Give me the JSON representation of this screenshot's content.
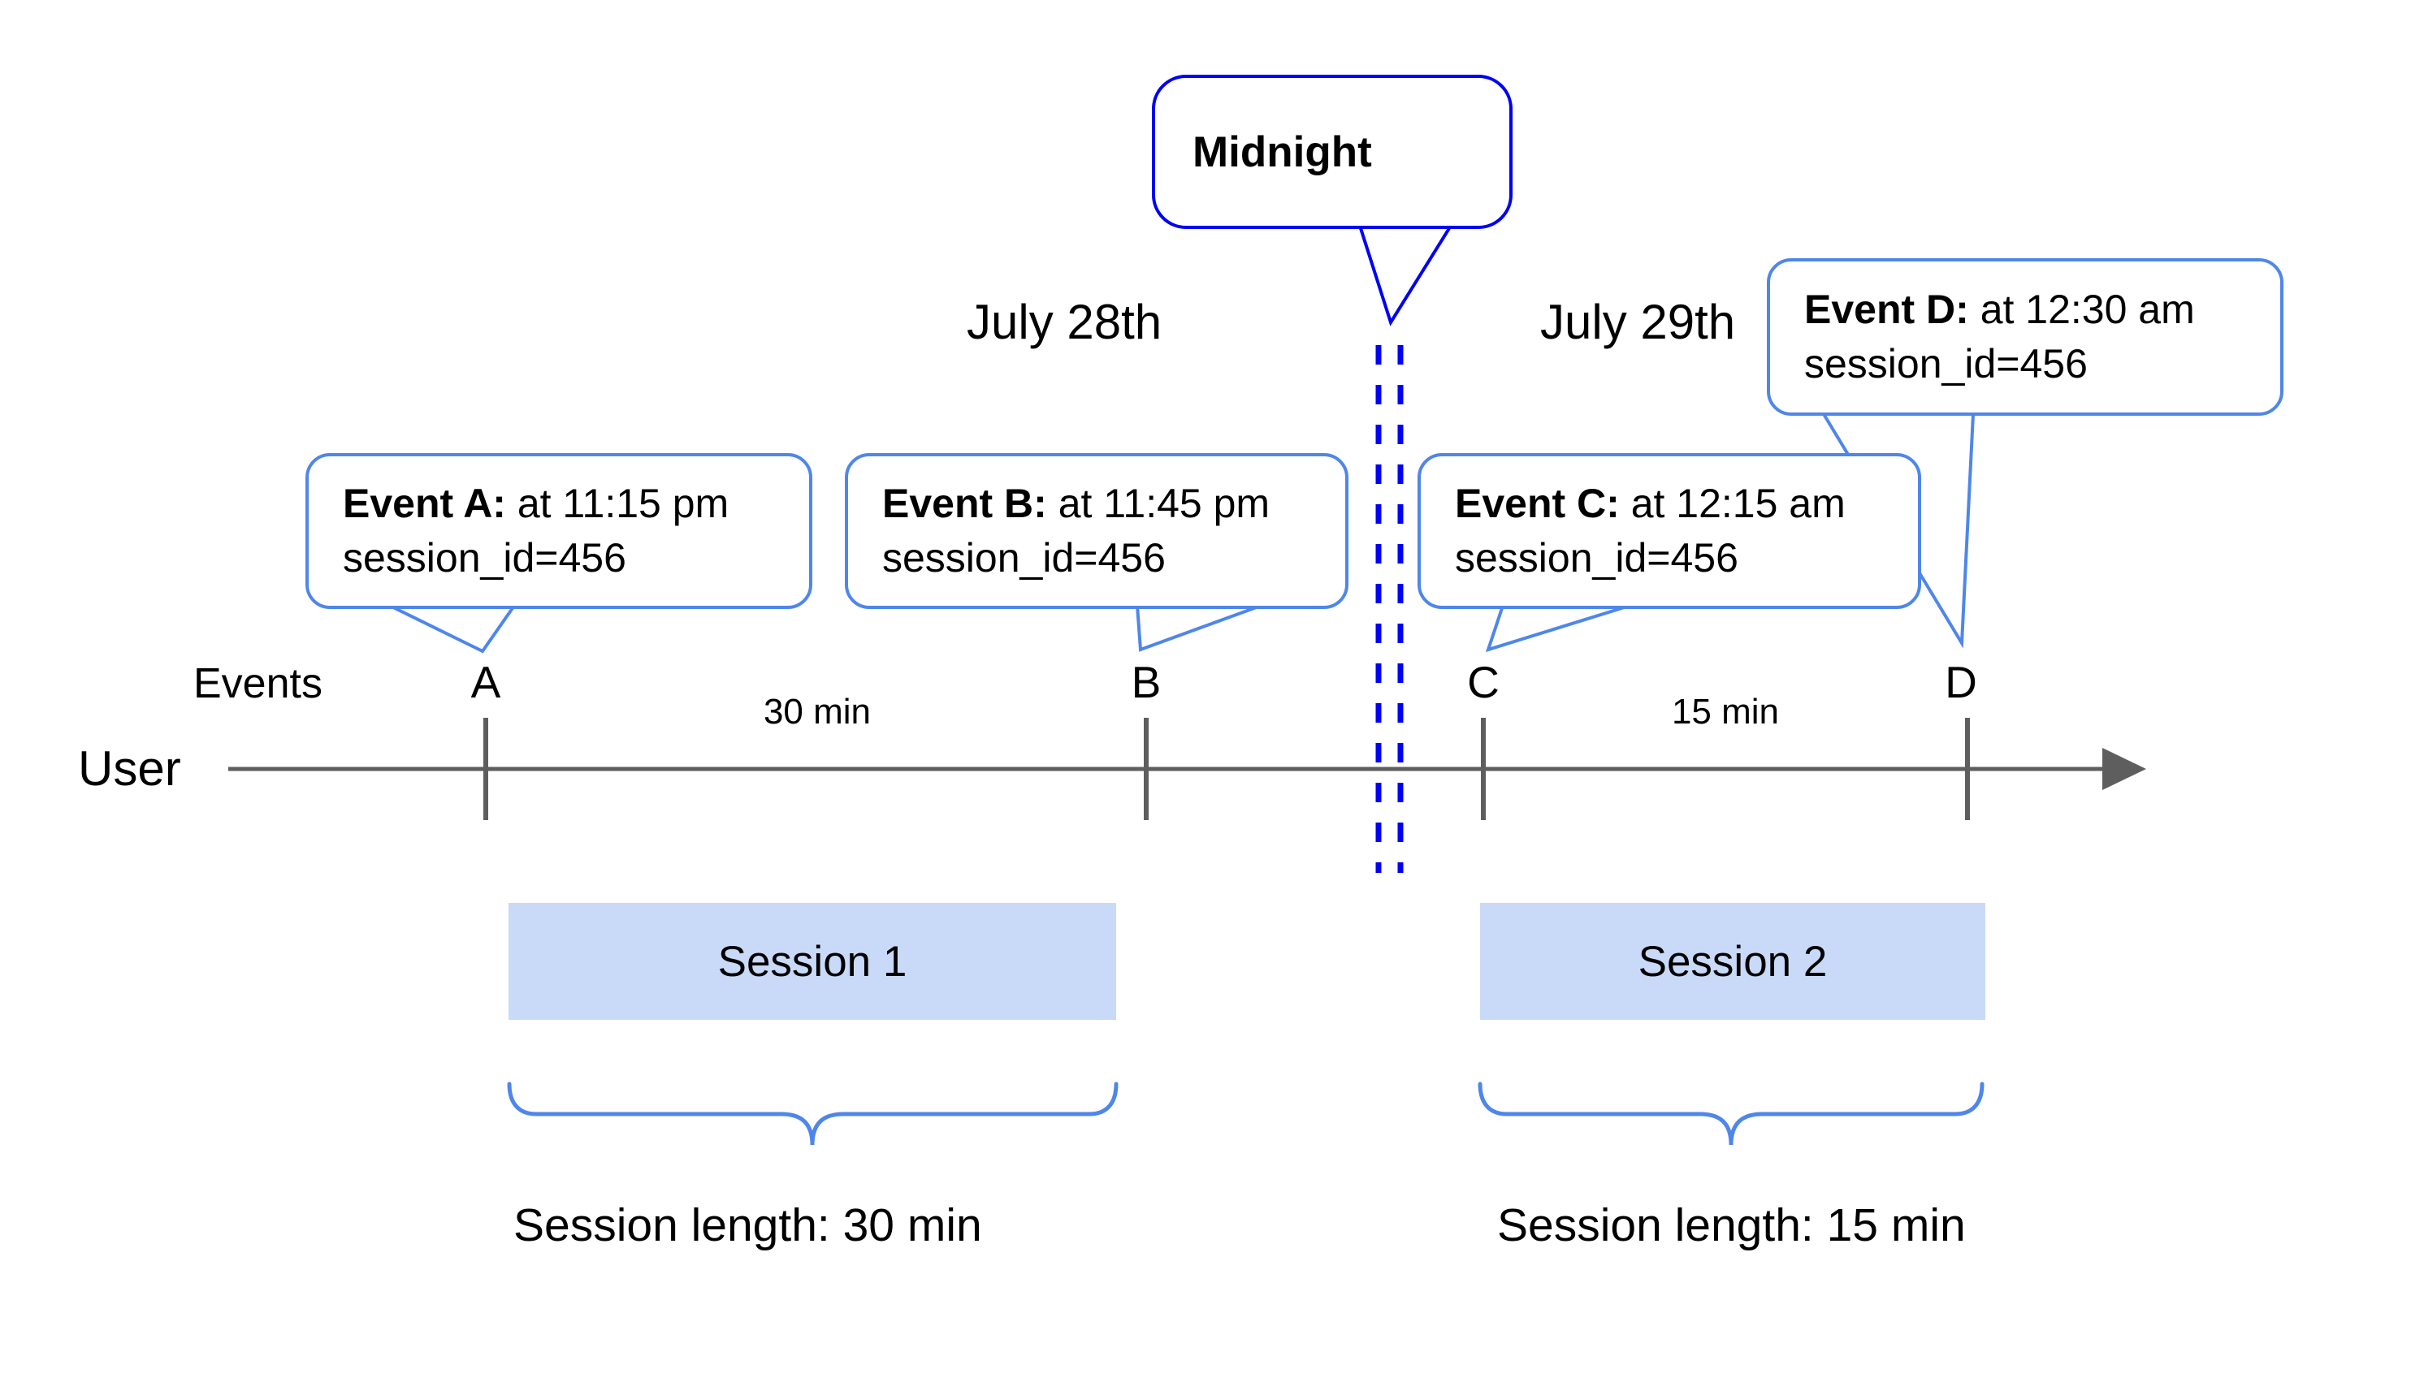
{
  "dates": {
    "left": "July 28th",
    "right": "July 29th"
  },
  "midnight": {
    "label": "Midnight"
  },
  "axis": {
    "events_label": "Events",
    "user_label": "User"
  },
  "events": [
    {
      "tick": "A",
      "name_label": "Event A:",
      "time_label": " at 11:15 pm",
      "session_label": "session_id=456"
    },
    {
      "tick": "B",
      "name_label": "Event B:",
      "time_label": " at 11:45 pm",
      "session_label": "session_id=456"
    },
    {
      "tick": "C",
      "name_label": "Event C:",
      "time_label": " at 12:15 am",
      "session_label": "session_id=456"
    },
    {
      "tick": "D",
      "name_label": "Event D:",
      "time_label": " at 12:30 am",
      "session_label": "session_id=456"
    }
  ],
  "intervals": {
    "first": "30 min",
    "second": "15 min"
  },
  "sessions": [
    {
      "name": "Session 1",
      "length_label": "Session length: 30 min"
    },
    {
      "name": "Session 2",
      "length_label": "Session length: 15 min"
    }
  ],
  "colors": {
    "callout_border": "#4F86EA",
    "midnight_blue": "#0000F5",
    "session_fill": "#C9DAF8",
    "axis_gray": "#5E5E5E",
    "text": "#000000"
  }
}
